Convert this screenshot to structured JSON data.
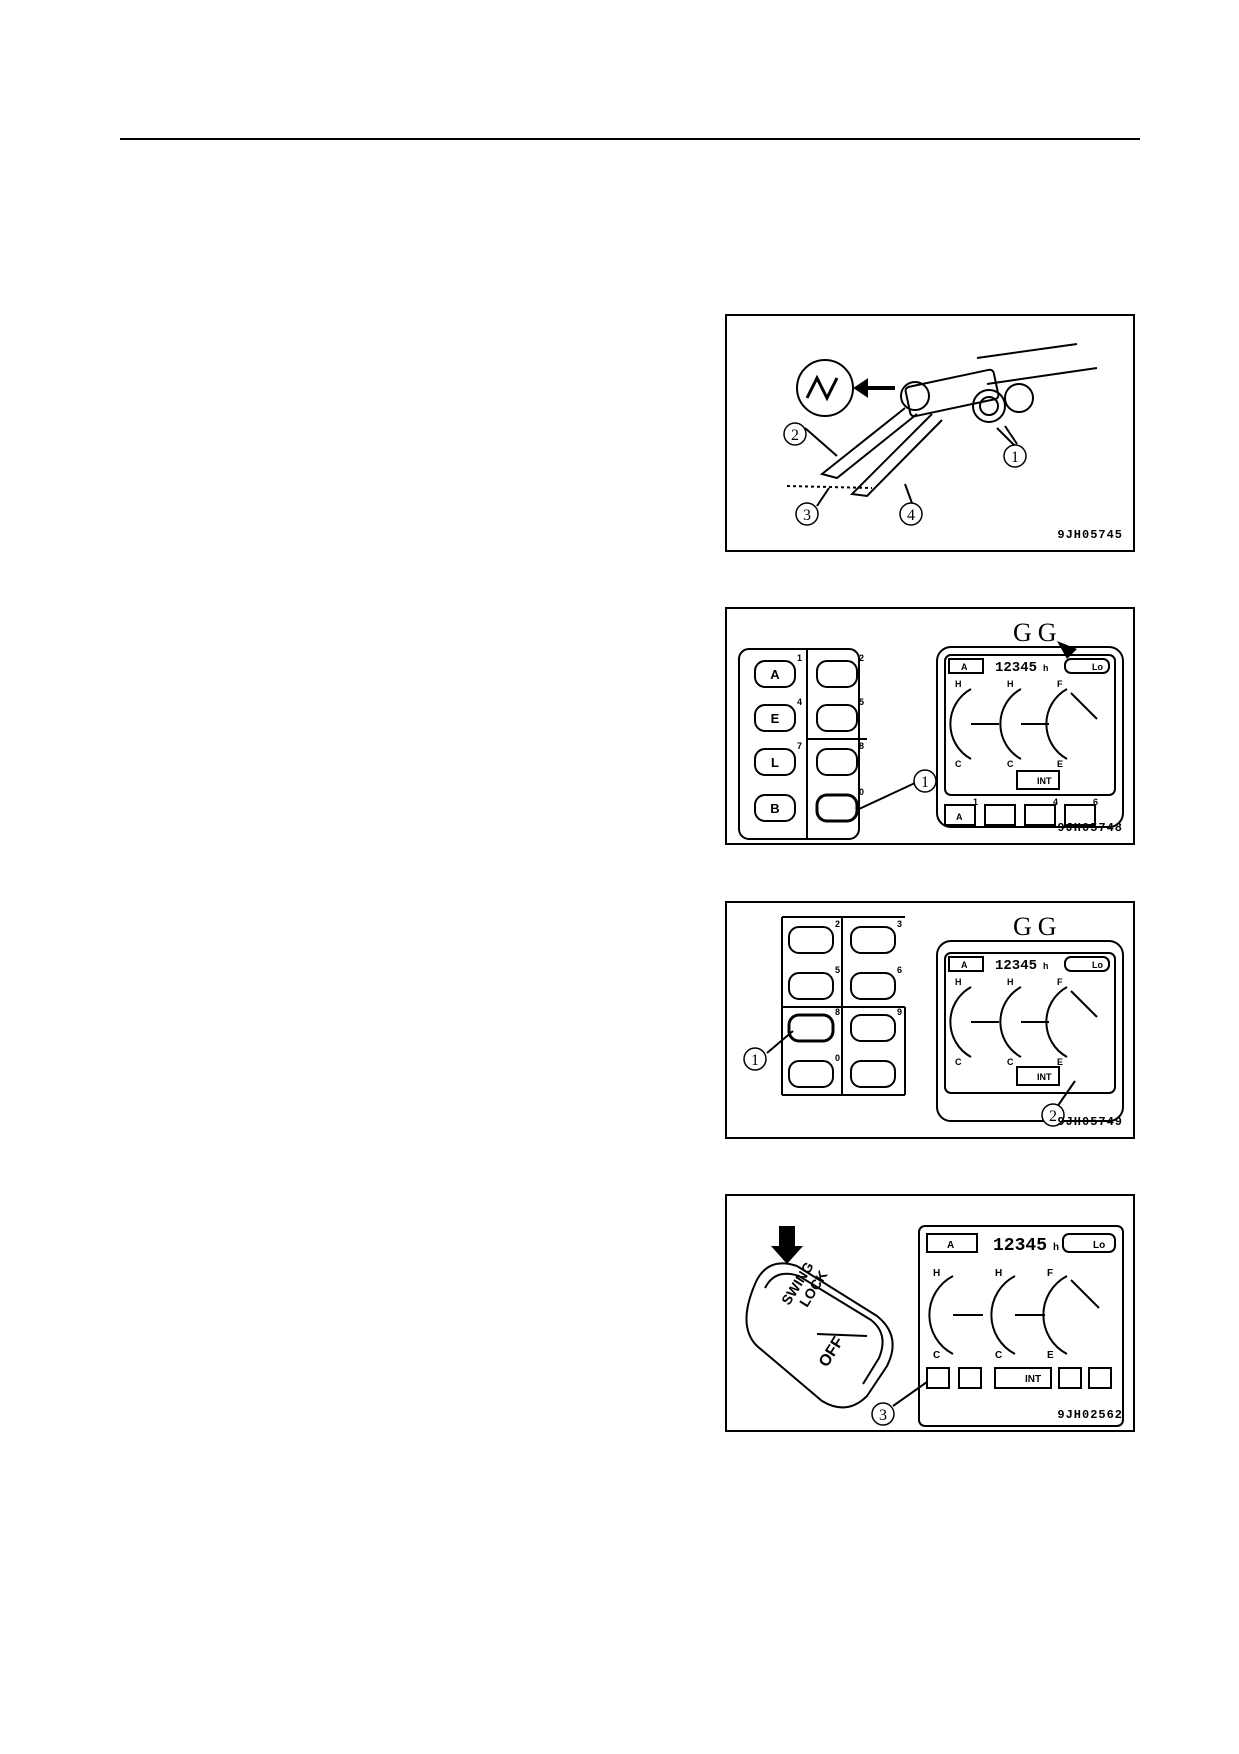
{
  "figures": [
    {
      "code": "9JH05745",
      "callouts": [
        "1",
        "2",
        "3",
        "4"
      ]
    },
    {
      "code": "9JH05748",
      "header": "GG",
      "panel_buttons": [
        "A",
        "E",
        "L",
        "B"
      ],
      "button_numbers": [
        "1",
        "2",
        "4",
        "5",
        "7",
        "8",
        "0"
      ],
      "display": {
        "mode": "A",
        "hours": "12345",
        "hours_unit": "h",
        "speed": "Lo",
        "gauge_labels": [
          "H",
          "C",
          "H",
          "C",
          "F",
          "E"
        ],
        "wiper": "INT"
      },
      "bottom_keys": [
        "A"
      ],
      "bottom_numbers": [
        "1",
        "4",
        "6"
      ],
      "callouts": [
        "1"
      ]
    },
    {
      "code": "9JH05749",
      "header": "GG",
      "button_numbers": [
        "2",
        "3",
        "5",
        "6",
        "8",
        "9",
        "0"
      ],
      "display": {
        "mode": "A",
        "hours": "12345",
        "hours_unit": "h",
        "speed": "Lo",
        "gauge_labels": [
          "H",
          "C",
          "H",
          "C",
          "F",
          "E"
        ],
        "wiper": "INT"
      },
      "callouts": [
        "1",
        "2"
      ]
    },
    {
      "code": "9JH02562",
      "switch": {
        "line1": "SWING",
        "line2": "LOCK",
        "off": "OFF"
      },
      "display": {
        "mode": "A",
        "hours": "12345",
        "hours_unit": "h",
        "speed": "Lo",
        "gauge_labels": [
          "H",
          "C",
          "H",
          "C",
          "F",
          "E"
        ],
        "wiper": "INT"
      },
      "callouts": [
        "3"
      ]
    }
  ]
}
